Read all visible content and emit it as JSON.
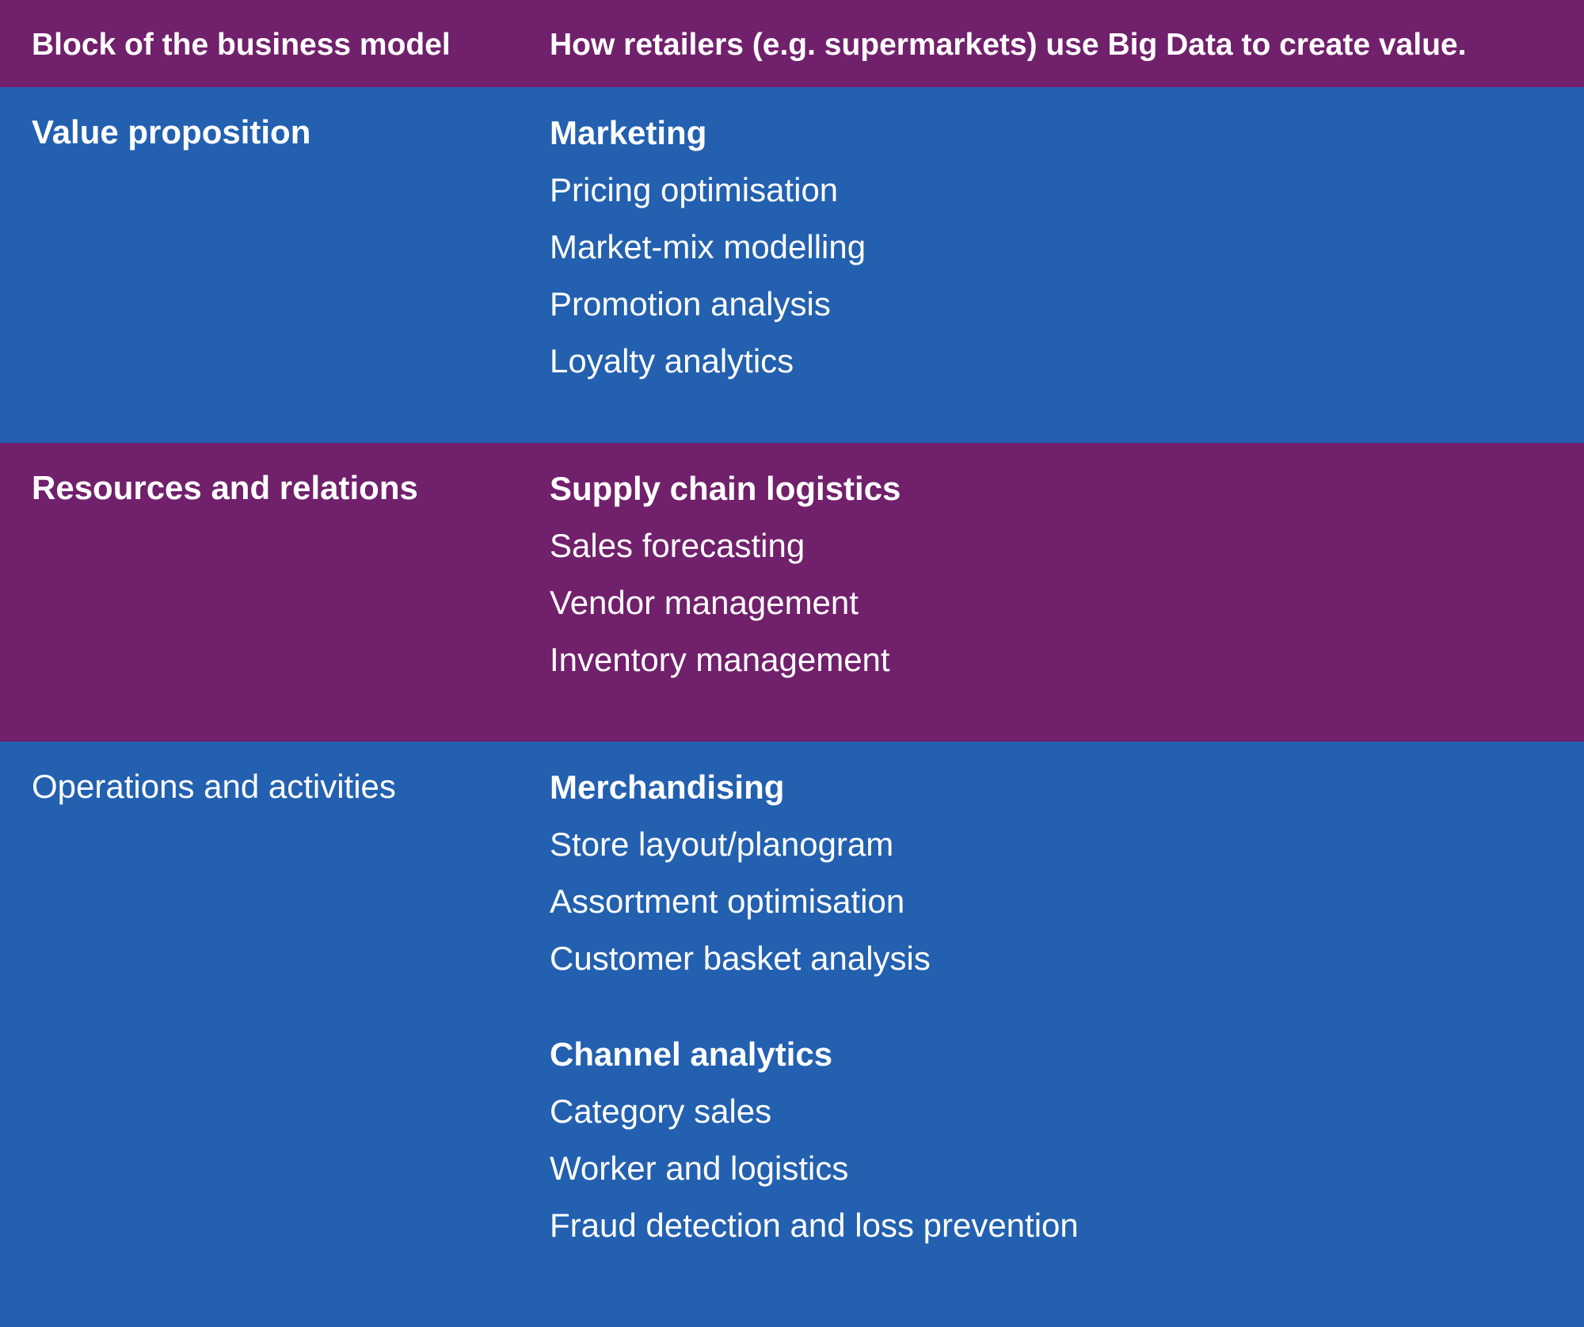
{
  "header": {
    "left": "Block of the business model",
    "right": "How retailers (e.g. supermarkets) use Big Data to create value."
  },
  "rows": [
    {
      "block": "Value proposition",
      "groups": [
        {
          "title": "Marketing",
          "items": [
            "Pricing optimisation",
            "Market-mix modelling",
            "Promotion analysis",
            "Loyalty analytics"
          ]
        }
      ]
    },
    {
      "block": "Resources and relations",
      "groups": [
        {
          "title": "Supply chain logistics",
          "items": [
            "Sales forecasting",
            "Vendor management",
            "Inventory management"
          ]
        }
      ]
    },
    {
      "block": "Operations and activities",
      "groups": [
        {
          "title": "Merchandising",
          "items": [
            "Store layout/planogram",
            "Assortment optimisation",
            "Customer basket analysis"
          ]
        },
        {
          "title": "Channel analytics",
          "items": [
            "Category sales",
            "Worker and logistics",
            "Fraud detection and loss prevention"
          ]
        }
      ]
    }
  ],
  "colors": {
    "purple": "#71206b",
    "blue": "#2360b0",
    "text": "#ffffff"
  }
}
